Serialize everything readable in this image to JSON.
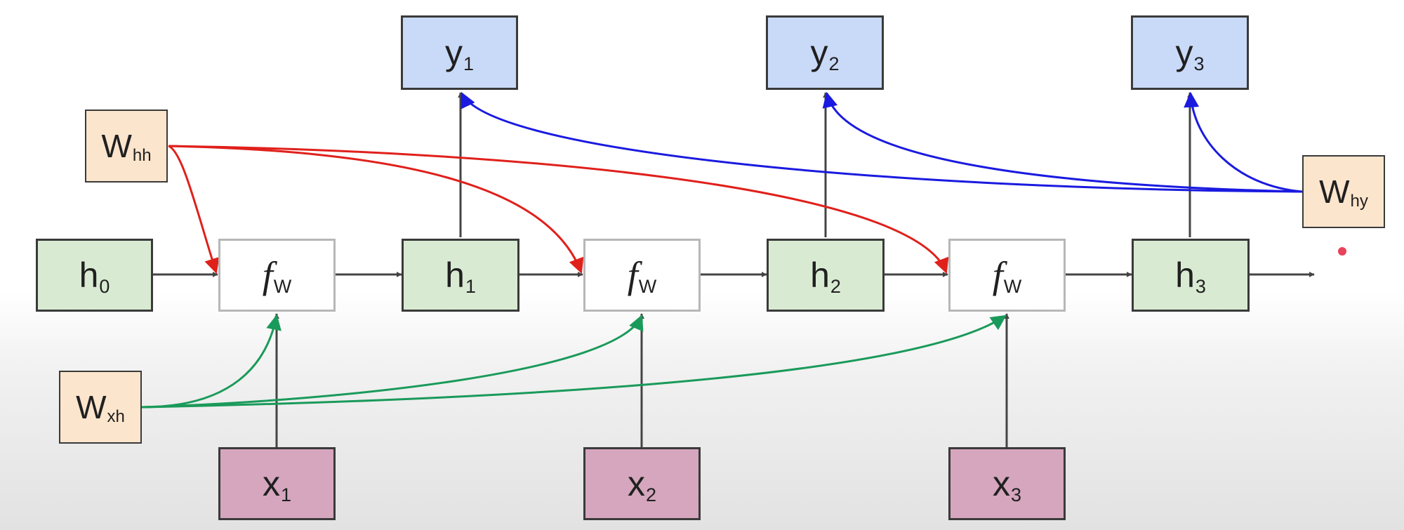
{
  "colors": {
    "state_fill": "#d9ead3",
    "output_fill": "#c9daf8",
    "input_fill": "#d5a6bd",
    "weight_fill": "#fce5cd",
    "recurrent_weight_arrows": "#e0201b",
    "input_weight_arrows": "#1a9a5a",
    "output_weight_arrows": "#1a1ae0",
    "flow_arrows": "#444444"
  },
  "nodes": {
    "h0": {
      "sym": "h",
      "sub": "0"
    },
    "h1": {
      "sym": "h",
      "sub": "1"
    },
    "h2": {
      "sym": "h",
      "sub": "2"
    },
    "h3": {
      "sym": "h",
      "sub": "3"
    },
    "f1": {
      "sym": "f",
      "sub": "W"
    },
    "f2": {
      "sym": "f",
      "sub": "W"
    },
    "f3": {
      "sym": "f",
      "sub": "W"
    },
    "x1": {
      "sym": "x",
      "sub": "1"
    },
    "x2": {
      "sym": "x",
      "sub": "2"
    },
    "x3": {
      "sym": "x",
      "sub": "3"
    },
    "y1": {
      "sym": "y",
      "sub": "1"
    },
    "y2": {
      "sym": "y",
      "sub": "2"
    },
    "y3": {
      "sym": "y",
      "sub": "3"
    },
    "whh": {
      "sym": "W",
      "sub": "hh"
    },
    "wxh": {
      "sym": "W",
      "sub": "xh"
    },
    "why": {
      "sym": "W",
      "sub": "hy"
    }
  }
}
